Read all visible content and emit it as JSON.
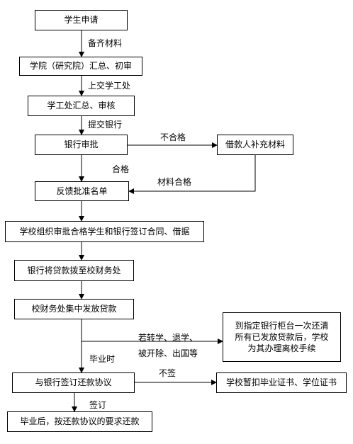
{
  "steps": {
    "apply": "学生申请",
    "college": "学院（研究院）汇总、初审",
    "office": "学工处汇总、审核",
    "bank": "银行审批",
    "supplement": "借款人补充材料",
    "feedback": "反馈批准名单",
    "organize": "学校组织审批合格学生和银行签订合同、借据",
    "transfer": "银行将贷款拨至校财务处",
    "distribute": "校财务处集中发放贷款",
    "repay_once": [
      "到指定银行柜台一次还清",
      "所有已发放贷款后，学校",
      "为其办理离校手续"
    ],
    "sign": "与银行签订还款协议",
    "withhold": "学校暂扣毕业证书、学位证书",
    "after": "毕业后，按还款协议的要求还款"
  },
  "edges": {
    "materials": "备齐材料",
    "submit_office": "上交学工处",
    "submit_bank": "提交银行",
    "fail": "不合格",
    "pass": "合格",
    "materials_ok": "材料合格",
    "transfer_reasons": [
      "若转学、退学、",
      "被开除、出国等"
    ],
    "graduation": "毕业时",
    "not_sign": "不签",
    "signed": "签订"
  },
  "colors": {
    "line": "#000000",
    "box_border": "#000000"
  }
}
